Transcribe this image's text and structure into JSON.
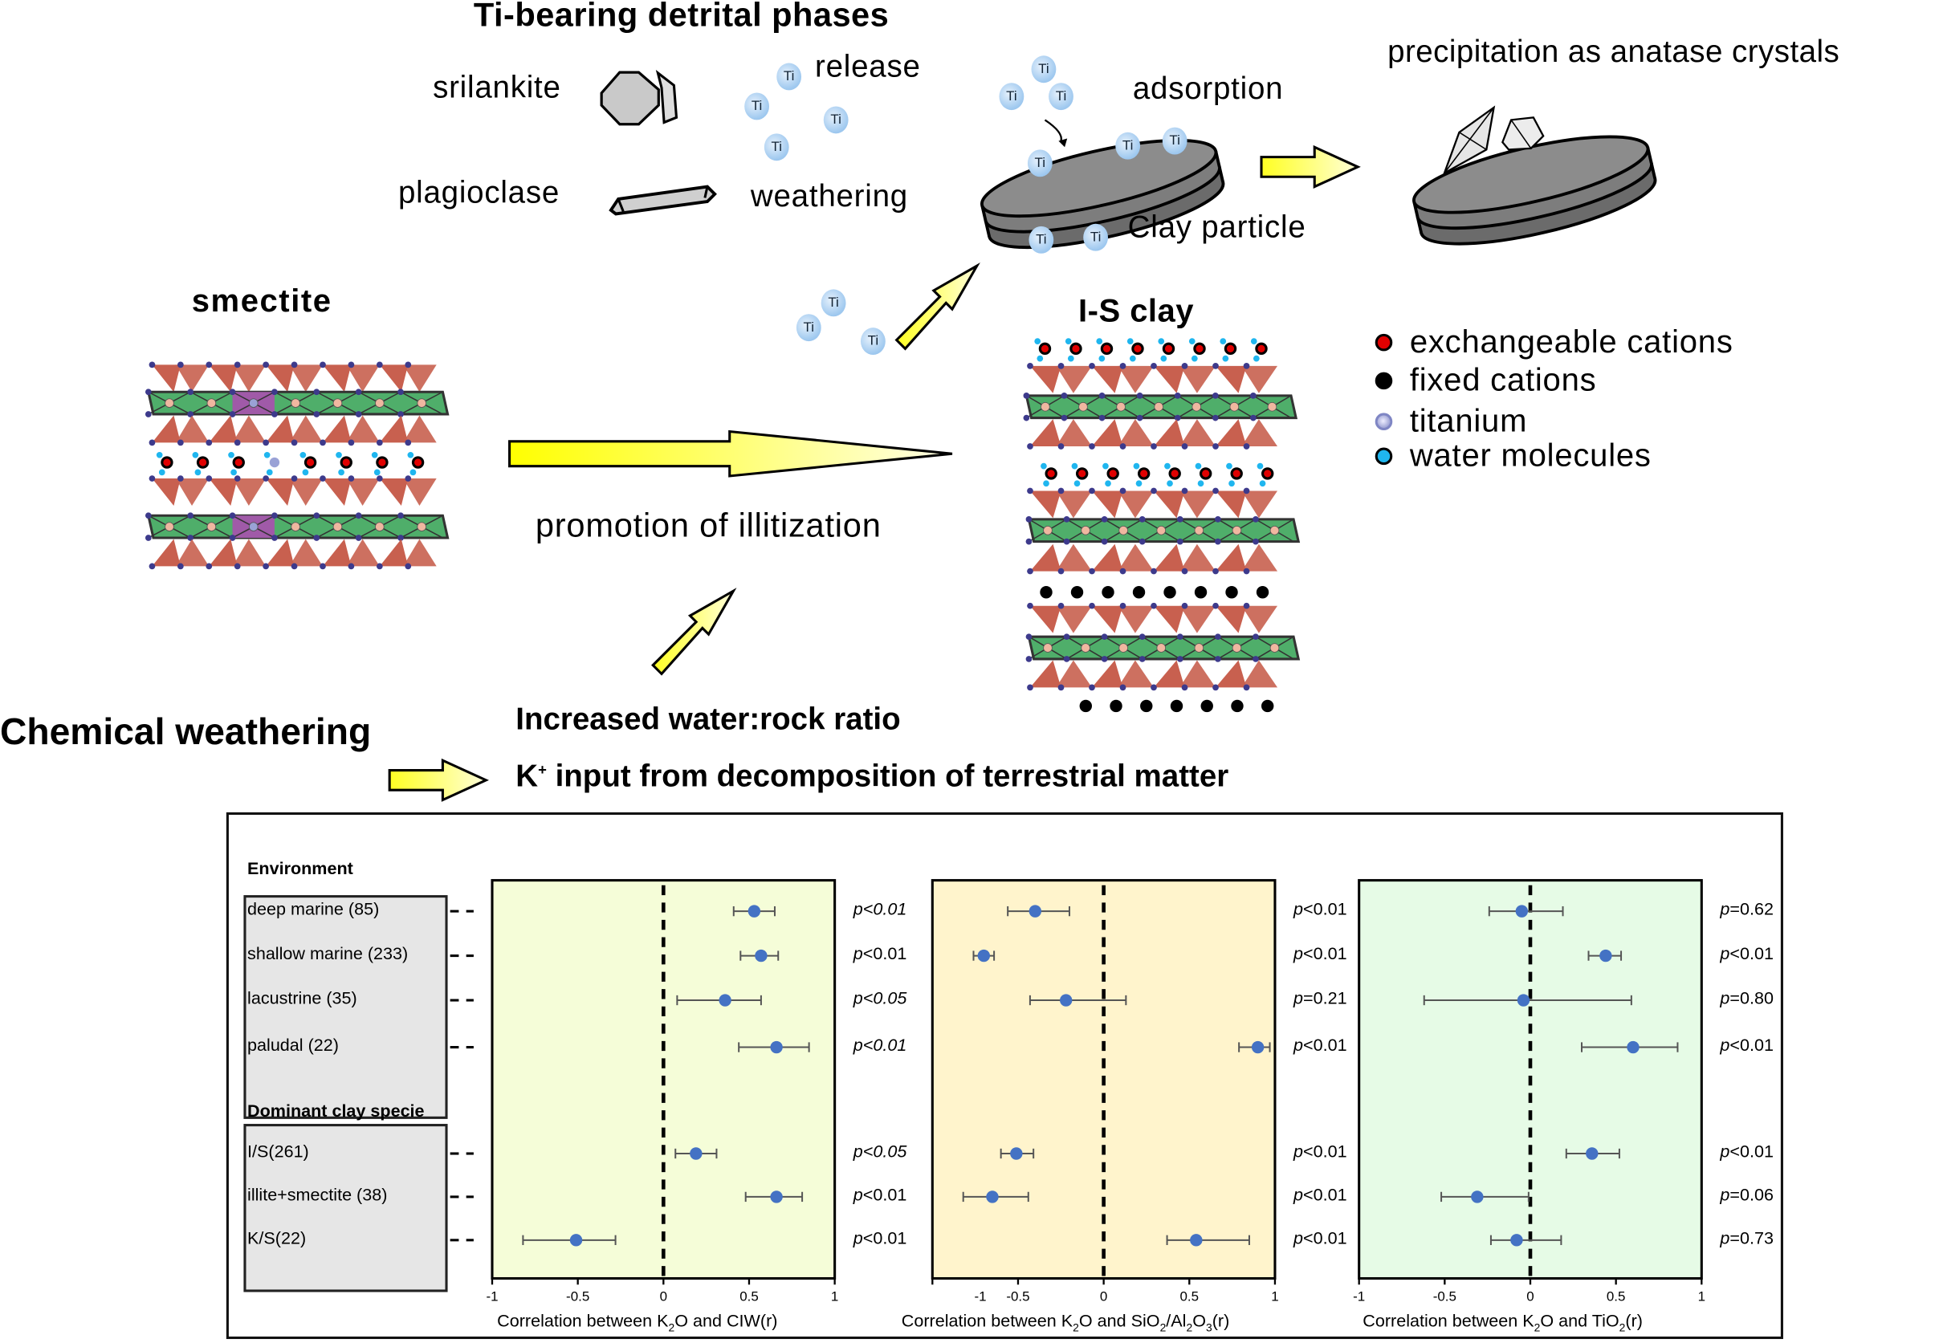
{
  "diagram": {
    "title_top": "Ti-bearing detrital phases",
    "minerals": [
      {
        "label": "srilankite",
        "icon": "hexagonal-crystal-icon"
      },
      {
        "label": "plagioclase",
        "icon": "prism-crystal-icon"
      }
    ],
    "process_labels": {
      "release": "release",
      "weathering": "weathering",
      "adsorption": "adsorption",
      "clay_particle": "Clay particle",
      "precipitation": "precipitation as anatase crystals",
      "promotion": "promotion of illitization"
    },
    "ti_symbol": "Ti",
    "structures": {
      "smectite": "smectite",
      "is_clay": "I-S clay"
    },
    "legend": [
      {
        "label": "exchangeable cations",
        "color": "#e00000"
      },
      {
        "label": "fixed cations",
        "color": "#000000"
      },
      {
        "label": "titanium",
        "color": "#9aa2d6"
      },
      {
        "label": "water molecules",
        "color": "#1fb6ef"
      }
    ],
    "drivers": {
      "chemical_weathering": "Chemical weathering",
      "water_rock": "Increased water:rock ratio",
      "k_input_sup": "+",
      "k_input_prefix": "K",
      "k_input_rest": " input from decomposition of terrestrial matter"
    },
    "colors": {
      "arrow_fill": "#ffff33",
      "tetrahedra": "#c8604f",
      "octahedra": "#4fae6a",
      "ti_octahedra": "#a05aa8",
      "clay_disk": "#8c8c8c"
    }
  },
  "chart_data": [
    {
      "type": "scatter",
      "subtype": "forest-plot",
      "xlabel": "Correlation between K2O and CIW(r)",
      "xlim": [
        -1,
        1
      ],
      "xticks": [
        "-1",
        "-0.5",
        "0",
        "0.5",
        "1"
      ],
      "background": "#f5fdd8",
      "reference_line": 0,
      "points": [
        {
          "category": "deep marine (85)",
          "r": 0.53,
          "lo": 0.41,
          "hi": 0.65,
          "p": "p<0.01"
        },
        {
          "category": "shallow marine (233)",
          "r": 0.57,
          "lo": 0.45,
          "hi": 0.67,
          "p": "p<0.01"
        },
        {
          "category": "lacustrine (35)",
          "r": 0.36,
          "lo": 0.08,
          "hi": 0.57,
          "p": "p<0.05"
        },
        {
          "category": "paludal (22)",
          "r": 0.66,
          "lo": 0.44,
          "hi": 0.85,
          "p": "p<0.01"
        },
        {
          "category": "I/S(261)",
          "r": 0.19,
          "lo": 0.07,
          "hi": 0.31,
          "p": "p<0.05"
        },
        {
          "category": "illite+smectite (38)",
          "r": 0.66,
          "lo": 0.48,
          "hi": 0.81,
          "p": "p<0.01"
        },
        {
          "category": "K/S(22)",
          "r": -0.51,
          "lo": -0.82,
          "hi": -0.28,
          "p": "p<0.01"
        }
      ]
    },
    {
      "type": "scatter",
      "subtype": "forest-plot",
      "xlabel": "Correlation between K2O and SiO2/Al2O3(r)",
      "xlim": [
        -1,
        1
      ],
      "xticks": [
        "-1",
        "-0.5",
        "0",
        "0.5",
        "1"
      ],
      "background": "#fff4cc",
      "reference_line": 0,
      "points": [
        {
          "category": "deep marine (85)",
          "r": -0.4,
          "lo": -0.56,
          "hi": -0.2,
          "p": "p<0.01"
        },
        {
          "category": "shallow marine (233)",
          "r": -0.7,
          "lo": -0.76,
          "hi": -0.64,
          "p": "p<0.01"
        },
        {
          "category": "lacustrine (35)",
          "r": -0.22,
          "lo": -0.43,
          "hi": 0.13,
          "p": "p=0.21"
        },
        {
          "category": "paludal (22)",
          "r": 0.9,
          "lo": 0.79,
          "hi": 0.97,
          "p": "p<0.01"
        },
        {
          "category": "I/S(261)",
          "r": -0.51,
          "lo": -0.6,
          "hi": -0.41,
          "p": "p<0.01"
        },
        {
          "category": "illite+smectite (38)",
          "r": -0.65,
          "lo": -0.82,
          "hi": -0.44,
          "p": "p<0.01"
        },
        {
          "category": "K/S(22)",
          "r": 0.54,
          "lo": 0.37,
          "hi": 0.85,
          "p": "p<0.01"
        }
      ]
    },
    {
      "type": "scatter",
      "subtype": "forest-plot",
      "xlabel": "Correlation between K2O and TiO2(r)",
      "xlim": [
        -1,
        1
      ],
      "xticks": [
        "-1",
        "-0.5",
        "0",
        "0.5",
        "1"
      ],
      "background": "#e6fbe6",
      "reference_line": 0,
      "points": [
        {
          "category": "deep marine (85)",
          "r": -0.05,
          "lo": -0.24,
          "hi": 0.19,
          "p": "p=0.62"
        },
        {
          "category": "shallow marine (233)",
          "r": 0.44,
          "lo": 0.34,
          "hi": 0.53,
          "p": "p<0.01"
        },
        {
          "category": "lacustrine (35)",
          "r": -0.04,
          "lo": -0.62,
          "hi": 0.59,
          "p": "p=0.80"
        },
        {
          "category": "paludal (22)",
          "r": 0.6,
          "lo": 0.3,
          "hi": 0.86,
          "p": "p<0.01"
        },
        {
          "category": "I/S(261)",
          "r": 0.36,
          "lo": 0.21,
          "hi": 0.52,
          "p": "p<0.01"
        },
        {
          "category": "illite+smectite (38)",
          "r": -0.31,
          "lo": -0.52,
          "hi": -0.01,
          "p": "p=0.06"
        },
        {
          "category": "K/S(22)",
          "r": -0.08,
          "lo": -0.23,
          "hi": 0.18,
          "p": "p=0.73"
        }
      ]
    }
  ],
  "chart_groups": {
    "environment_title": "Environment",
    "environment": [
      "deep marine (85)",
      "shallow marine (233)",
      "lacustrine (35)",
      "paludal (22)"
    ],
    "clay_title": "Dominant clay specie",
    "clay": [
      "I/S(261)",
      "illite+smectite (38)",
      "K/S(22)"
    ],
    "point_color": "#4472c4",
    "errorbar_color": "#555555"
  },
  "xlabels": [
    {
      "pre": "Correlation between K",
      "sub1": "2",
      "mid": "O and CIW(r)"
    },
    {
      "pre": "Correlation between K",
      "sub1": "2",
      "mid": "O and SiO",
      "sub2": "2",
      "mid2": "/Al",
      "sub3": "2",
      "mid3": "O",
      "sub4": "3",
      "post": "(r)"
    },
    {
      "pre": "Correlation between K",
      "sub1": "2",
      "mid": "O and TiO",
      "sub2": "2",
      "post": "(r)"
    }
  ]
}
